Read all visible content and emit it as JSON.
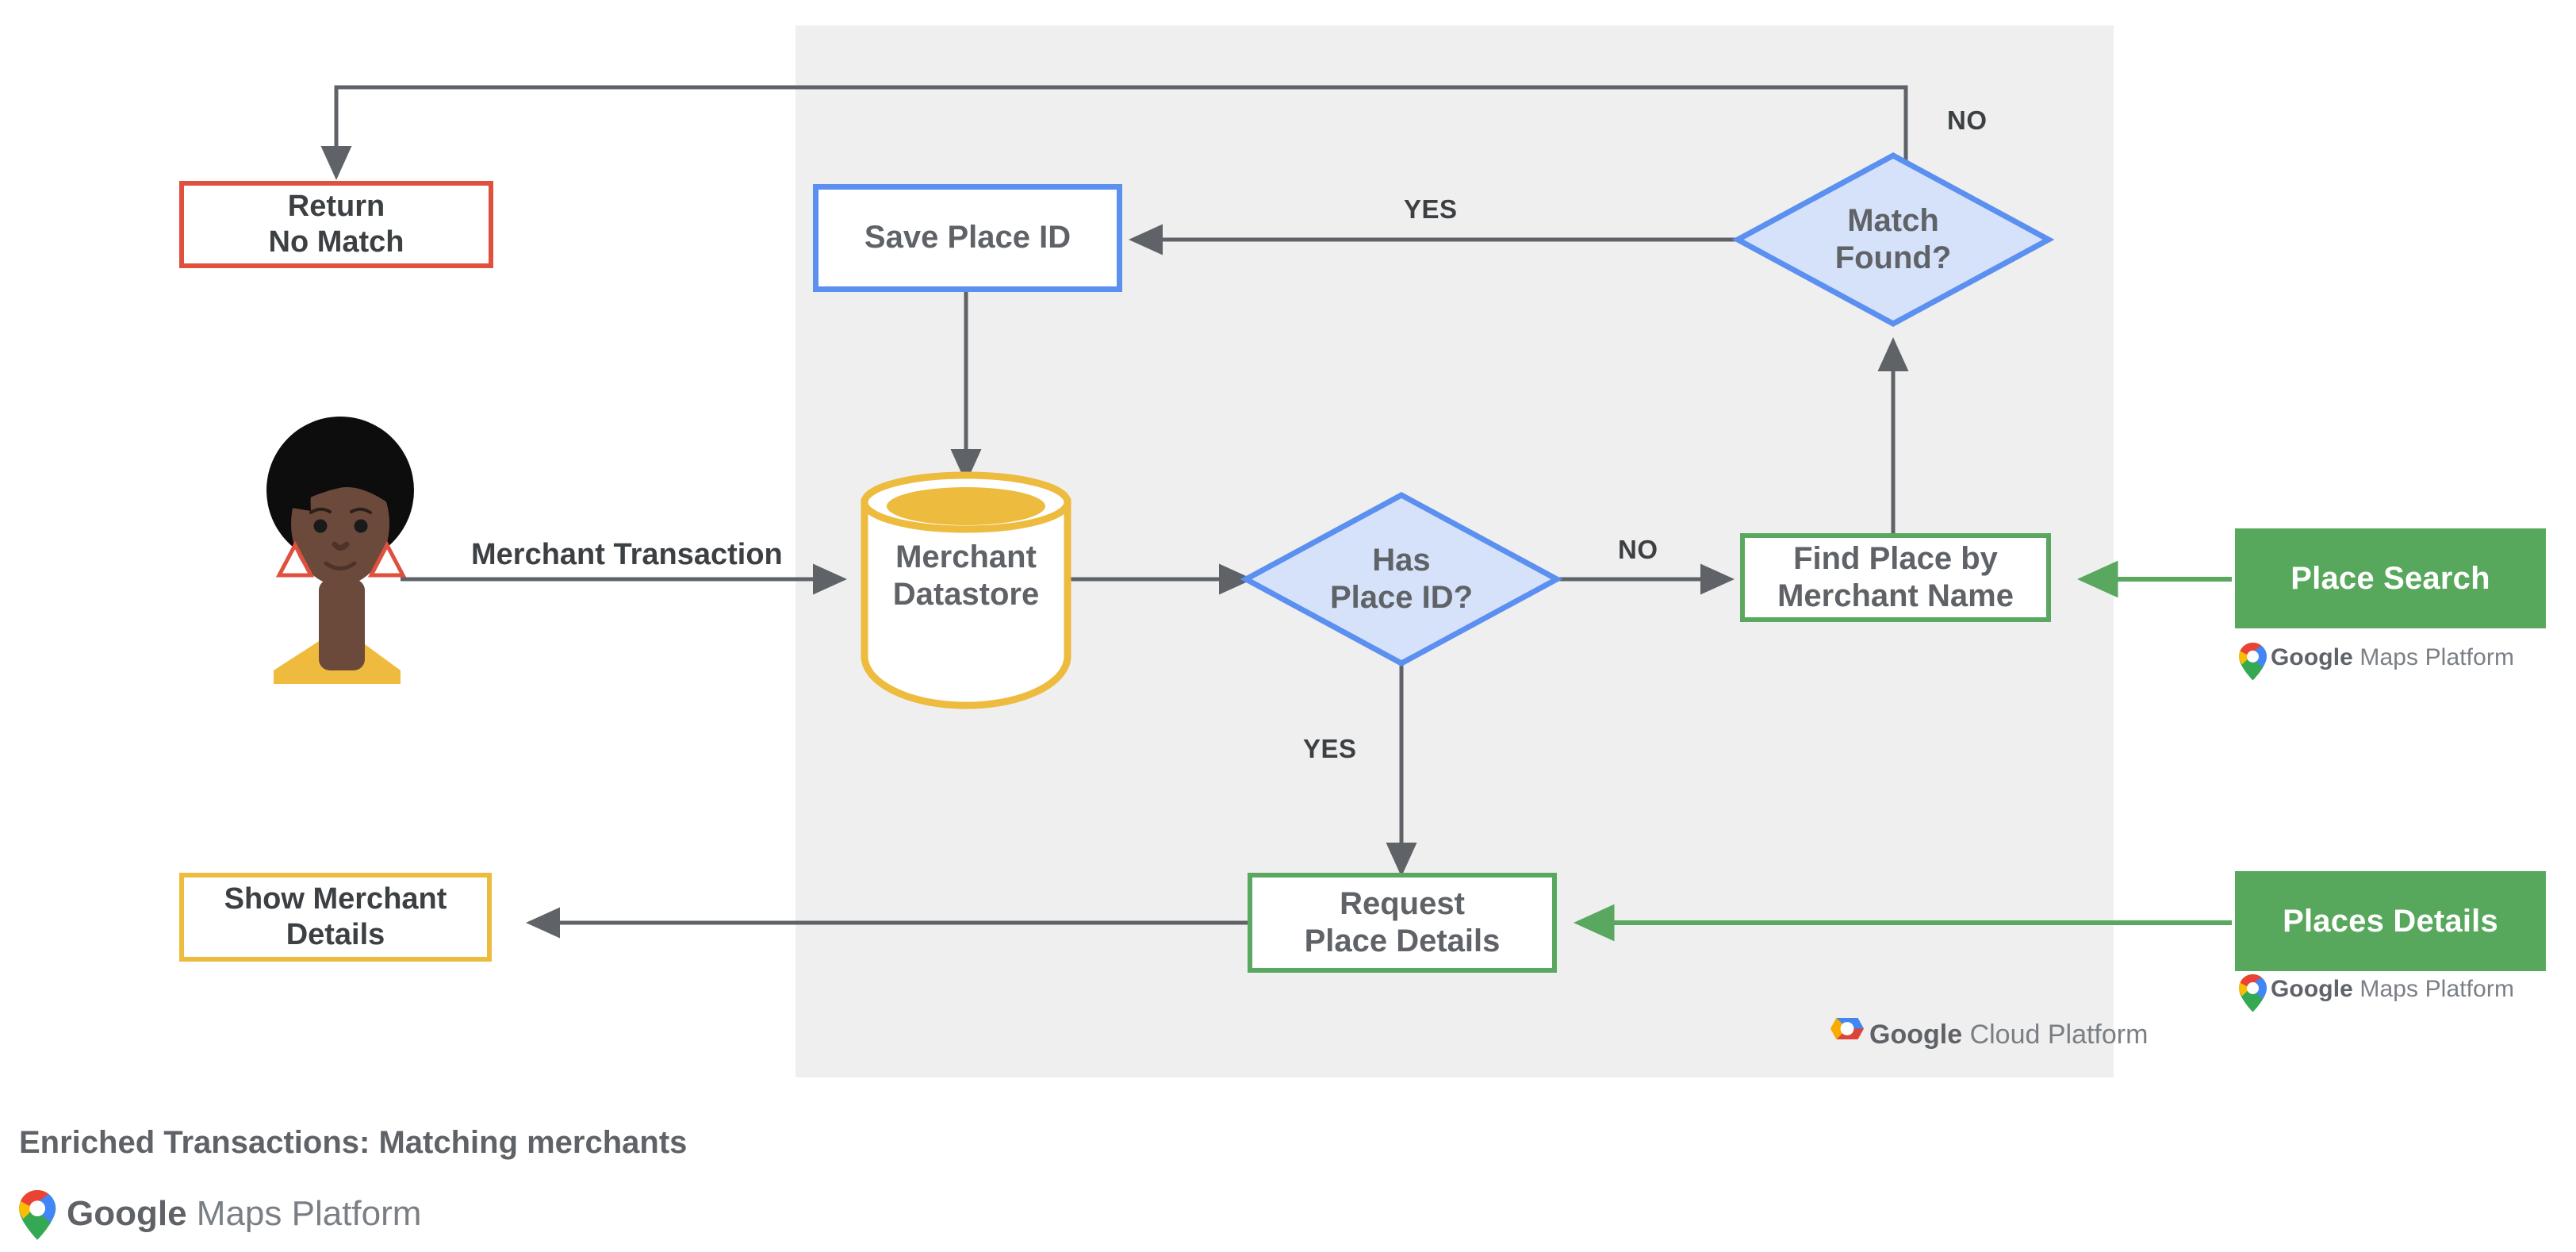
{
  "diagram": {
    "caption": "Enriched Transactions: Matching merchants",
    "panel_label": "Google Cloud Platform",
    "brand_label": "Google Maps Platform",
    "colors": {
      "panel_bg": "#EFEFEF",
      "red": "#E0503F",
      "blue": "#5B8FF0",
      "blue_fill": "#D6E2F9",
      "yellow": "#EDBB3E",
      "green": "#5AA75F",
      "green_solid": "#57A75C",
      "arrow": "#5F6368",
      "text": "#5F6368"
    },
    "nodes": {
      "return_no_match": {
        "line1": "Return",
        "line2": "No Match"
      },
      "save_place_id": {
        "label": "Save Place ID"
      },
      "match_found": {
        "line1": "Match",
        "line2": "Found?"
      },
      "merchant_datastore": {
        "line1": "Merchant",
        "line2": "Datastore"
      },
      "has_place_id": {
        "line1": "Has",
        "line2": "Place ID?"
      },
      "find_place": {
        "line1": "Find Place by",
        "line2": "Merchant Name"
      },
      "request_place_details": {
        "line1": "Request",
        "line2": "Place Details"
      },
      "show_merchant_details": {
        "line1": "Show Merchant",
        "line2": "Details"
      },
      "place_search": {
        "label": "Place Search"
      },
      "places_details": {
        "label": "Places Details"
      }
    },
    "edge_labels": {
      "merchant_transaction": "Merchant Transaction",
      "yes_match": "YES",
      "no_match": "NO",
      "no_place_id": "NO",
      "yes_place_id": "YES"
    },
    "logos": {
      "gmp_google": "Google",
      "gmp_rest": "Maps Platform",
      "gcp_google": "Google",
      "gcp_rest": "Cloud Platform"
    }
  }
}
